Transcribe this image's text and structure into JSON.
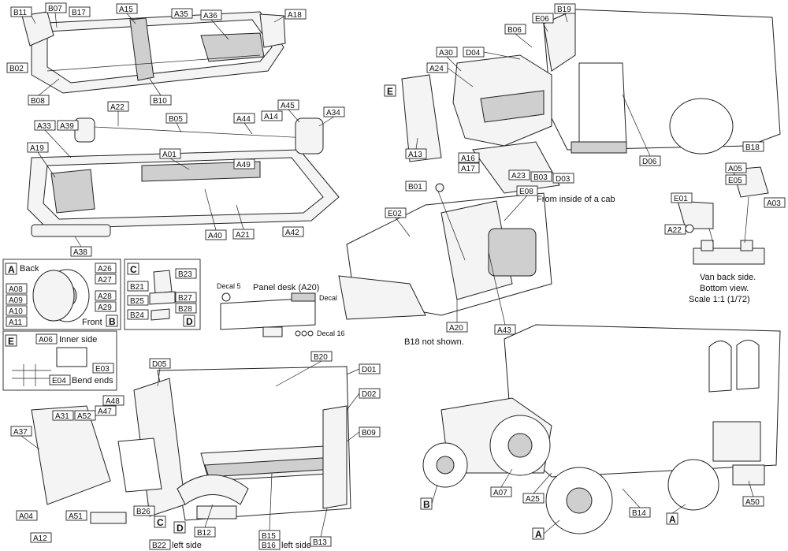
{
  "frame_labels": [
    "B11",
    "B07",
    "B17",
    "A15",
    "A35",
    "A36",
    "A18",
    "B02",
    "B08",
    "B10"
  ],
  "chassis_labels": [
    "A22",
    "B05",
    "A44",
    "A45",
    "A34",
    "A33",
    "A39",
    "A19",
    "A14",
    "A01",
    "A49",
    "A40",
    "A21",
    "A42",
    "A38"
  ],
  "cab_labels": [
    "B19",
    "E06",
    "B06",
    "D04",
    "A30",
    "A24",
    "A13",
    "A16",
    "A17",
    "A23",
    "B03",
    "D03",
    "D06",
    "B18"
  ],
  "detail_labels": [
    "B01",
    "E08",
    "E02",
    "A20",
    "A43"
  ],
  "van_back_labels": [
    "A05",
    "E05",
    "E01",
    "A22",
    "A03"
  ],
  "wheel_box": {
    "letter_a": "A",
    "letter_b": "B",
    "letter_c": "C",
    "letter_d": "D",
    "letter_e": "E",
    "back": "Back",
    "front": "Front",
    "left_labels": [
      "A08",
      "A09",
      "A10",
      "A11"
    ],
    "right_labels": [
      "A26",
      "A27",
      "A28",
      "A29"
    ],
    "seat_labels": [
      "B21",
      "B25",
      "B24"
    ],
    "seat_right": [
      "B23",
      "B27",
      "B28"
    ],
    "e_inner": "Inner side",
    "e_a06": "A06",
    "e_e03": "E03",
    "e_e04": "E04",
    "bend": "Bend ends"
  },
  "panel_desk": {
    "title": "Panel desk (A20)",
    "decal5": "Decal 5",
    "decal": "Decal",
    "decal16": "Decal 16"
  },
  "cab_note": "From inside of a cab",
  "b18_note": "B18 not shown.",
  "van_note": [
    "Van back side.",
    "Bottom view.",
    "Scale 1:1 (1/72)"
  ],
  "body_labels": [
    "D05",
    "B20",
    "D01",
    "D02",
    "A48",
    "A47",
    "A31",
    "A52",
    "B09",
    "A37",
    "B26",
    "A04",
    "A51",
    "A12",
    "B12",
    "B15",
    "B16",
    "B13",
    "B22"
  ],
  "body_left_side_1": "left side",
  "body_left_side_2": "left side",
  "final_labels": [
    "A07",
    "A25",
    "B14",
    "A50"
  ],
  "final_letters": [
    "A",
    "B",
    "A",
    "B",
    "C",
    "D",
    "E"
  ]
}
